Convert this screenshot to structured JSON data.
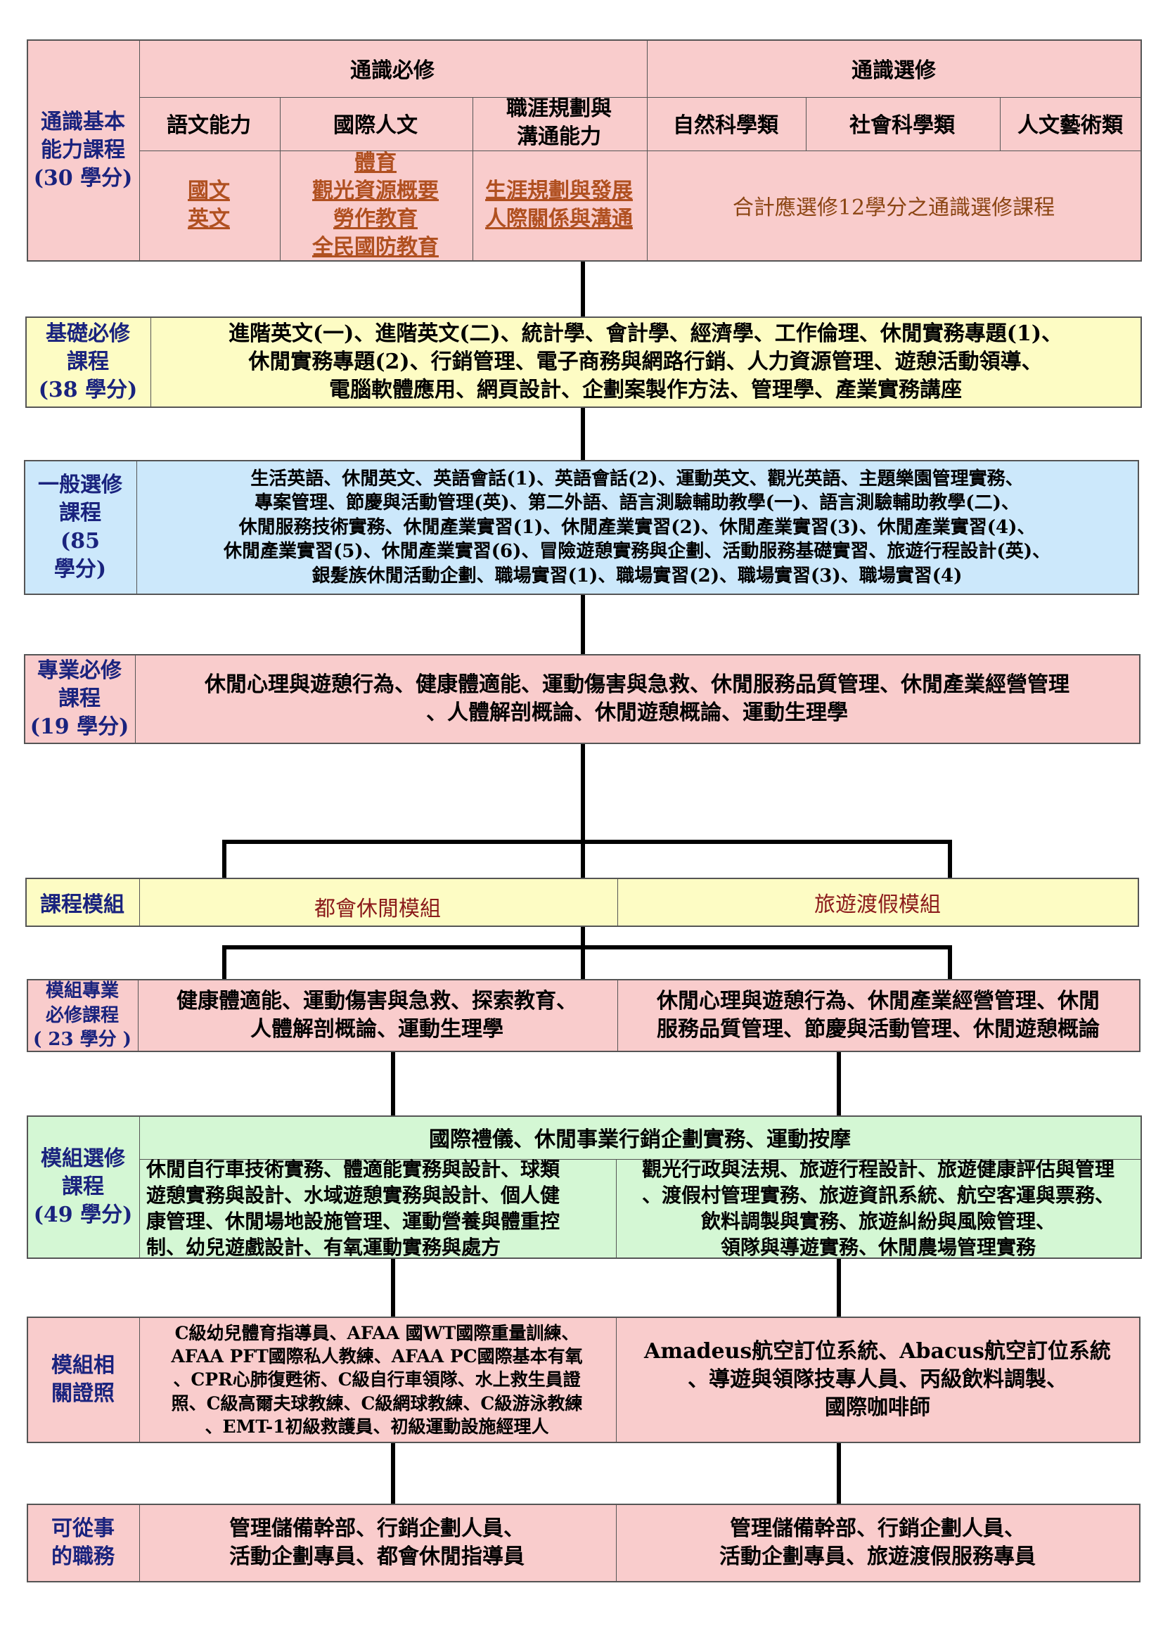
{
  "general_ed": {
    "label": [
      "通識基本",
      "能力課程",
      "(30 學分)"
    ],
    "required_header": "通識必修",
    "elective_header": "通識選修",
    "required_cols": [
      "語文能力",
      "國際人文",
      "職涯規劃與",
      "溝通能力"
    ],
    "elective_cols": [
      "自然科學類",
      "社會科學類",
      "人文藝術類"
    ],
    "language_courses": [
      "國文",
      "英文"
    ],
    "humanities_courses": [
      "體育",
      "觀光資源概要",
      "勞作教育",
      "全民國防教育"
    ],
    "career_courses": [
      "生涯規劃與發展",
      "人際關係與溝通"
    ],
    "elective_note": "合計應選修12學分之通識選修課程"
  },
  "basic_required": {
    "label": [
      "基礎必修",
      "課程",
      "(38 學分)"
    ],
    "lines": [
      "進階英文(一)、進階英文(二)、統計學、會計學、經濟學、工作倫理、休閒實務專題(1)、",
      "休閒實務專題(2)、行銷管理、電子商務與網路行銷、人力資源管理、遊憩活動領導、",
      "電腦軟體應用、網頁設計、企劃案製作方法、管理學、產業實務講座"
    ]
  },
  "general_elective": {
    "label": [
      "一般選修",
      "課程",
      "(85",
      "學分)"
    ],
    "lines": [
      "生活英語、休閒英文、英語會話(1)、英語會話(2)、運動英文、觀光英語、主題樂園管理實務、",
      "專案管理、節慶與活動管理(英)、第二外語、語言測驗輔助教學(一)、語言測驗輔助教學(二)、",
      "休閒服務技術實務、休閒產業實習(1)、休閒產業實習(2)、休閒產業實習(3)、休閒產業實習(4)、",
      "休閒產業實習(5)、休閒產業實習(6)、冒險遊憩實務與企劃、活動服務基礎實習、旅遊行程設計(英)、",
      "銀髮族休閒活動企劃、職場實習(1)、職場實習(2)、職場實習(3)、職場實習(4)"
    ]
  },
  "major_required": {
    "label": [
      "專業必修",
      "課程",
      "(19 學分)"
    ],
    "lines": [
      "休閒心理與遊憩行為、健康體適能、運動傷害與急救、休閒服務品質管理、休閒產業經營管理",
      "、人體解剖概論、休閒遊憩概論、運動生理學"
    ]
  },
  "modules": {
    "label": "課程模組",
    "urban": "都會休閒模組",
    "travel": "旅遊渡假模組"
  },
  "module_required": {
    "label": [
      "模組專業",
      "必修課程",
      "( 23 學分 )"
    ],
    "urban_lines": [
      "健康體適能、運動傷害與急救、探索教育、",
      "人體解剖概論、運動生理學"
    ],
    "travel_lines": [
      "休閒心理與遊憩行為、休閒產業經營管理、休閒",
      "服務品質管理、節慶與活動管理、休閒遊憩概論"
    ]
  },
  "module_elective": {
    "label": [
      "模組選修",
      "課程",
      "(49 學分)"
    ],
    "shared": "國際禮儀、休閒事業行銷企劃實務、運動按摩",
    "urban_lines": [
      "休閒自行車技術實務、體適能實務與設計、球類",
      "遊憩實務與設計、水域遊憩實務與設計、個人健",
      "康管理、休閒場地設施管理、運動營養與體重控",
      "制、幼兒遊戲設計、有氧運動實務與處方"
    ],
    "travel_lines": [
      "觀光行政與法規、旅遊行程設計、旅遊健康評估與管理",
      "、渡假村管理實務、旅遊資訊系統、航空客運與票務、",
      "飲料調製與實務、旅遊糾紛與風險管理、",
      "領隊與導遊實務、休閒農場管理實務"
    ]
  },
  "certificates": {
    "label": [
      "模組相",
      "關證照"
    ],
    "urban_lines": [
      "C級幼兒體育指導員、AFAA 國WT國際重量訓練、",
      "AFAA PFT國際私人教練、AFAA PC國際基本有氧",
      "、CPR心肺復甦術、C級自行車領隊、水上救生員證",
      "照、C級高爾夫球教練、C級網球教練、C級游泳教練",
      "、EMT-1初級救護員、初級運動設施經理人"
    ],
    "travel_lines": [
      "Amadeus航空訂位系統、Abacus航空訂位系統",
      "、導遊與領隊技專人員、丙級飲料調製、",
      "國際咖啡師"
    ]
  },
  "careers": {
    "label": [
      "可從事",
      "的職務"
    ],
    "urban_lines": [
      "管理儲備幹部、行銷企劃人員、",
      "活動企劃專員、都會休閒指導員"
    ],
    "travel_lines": [
      "管理儲備幹部、行銷企劃人員、",
      "活動企劃專員、旅遊渡假服務專員"
    ]
  },
  "colors": {
    "pink": "#f9cccc",
    "yellow": "#fdfcc4",
    "blue": "#cce8fb",
    "green": "#d4f7d4",
    "label_navy": "#1a237e"
  }
}
